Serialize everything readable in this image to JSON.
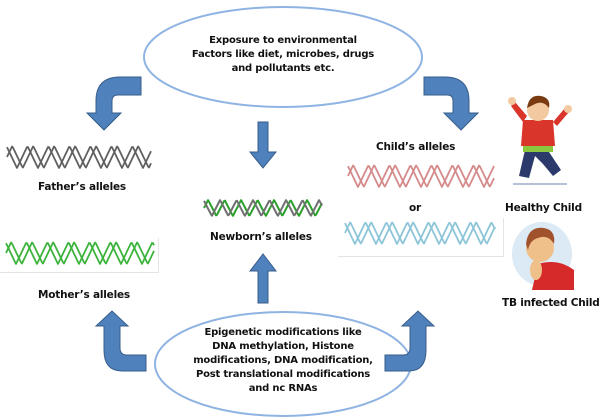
{
  "top_ellipse": {
    "lines": [
      "Exposure to  environmental",
      "Factors like diet, microbes, drugs",
      "and pollutants etc."
    ]
  },
  "bottom_ellipse": {
    "lines": [
      "Epigenetic modifications like",
      "DNA methylation, Histone",
      "modifications, DNA modification,",
      "Post translational modifications",
      "and nc RNAs"
    ]
  },
  "labels": {
    "father": "Father’s alleles",
    "mother": "Mother’s alleles",
    "newborn": "Newborn’s alleles",
    "child": "Child’s alleles",
    "or": "or",
    "healthy": "Healthy Child",
    "tb": "TB infected Child"
  },
  "colors": {
    "arrow_fill": "#4f81bd",
    "arrow_stroke": "#385d8a",
    "ellipse_stroke": "#8fb4e3",
    "father_dna": "#606060",
    "mother_dna": "#3cb43c",
    "newborn_dna_a": "#2ca02c",
    "newborn_dna_b": "#707070",
    "child_dna_red": "#d48a8a",
    "child_dna_blue": "#8cc4d8"
  }
}
